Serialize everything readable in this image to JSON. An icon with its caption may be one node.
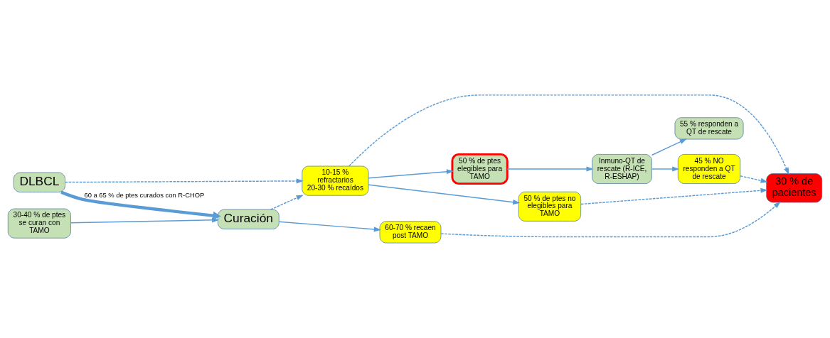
{
  "diagram": {
    "nodes": [
      {
        "text": [
          "DLBCL"
        ]
      },
      {
        "text": [
          "Curación"
        ]
      },
      {
        "text": [
          "10-15 % refractarios 20-30 % recaídos"
        ]
      },
      {
        "text": [
          "50 % de ptes elegibles para TAMO"
        ]
      },
      {
        "text": [
          "50 % de ptes no elegibles para TAMO"
        ]
      },
      {
        "text": [
          "Inmuno-QT de rescate (R-ICE, R-ESHAP)"
        ]
      },
      {
        "text": [
          "55 % responden a QT de rescate"
        ]
      },
      {
        "text": [
          "45 % NO responden a QT de rescate"
        ]
      },
      {
        "text": [
          "30-40 % de ptes se curan con TAMO"
        ]
      },
      {
        "text": [
          "60-70 % recaen post TAMO"
        ]
      },
      {
        "text": [
          "30 % de pacientes"
        ]
      }
    ],
    "edges": [
      {
        "from": 0,
        "to": 1,
        "arrow": "to",
        "style": "thick",
        "label": "60 a 65 % de ptes curados con R-CHOP"
      },
      {
        "from": 0,
        "to": 2,
        "arrow": "to",
        "style": "dashed"
      },
      {
        "from": 1,
        "to": 2,
        "arrow": "to",
        "style": "dashed"
      },
      {
        "from": 2,
        "to": 3,
        "arrow": "to"
      },
      {
        "from": 2,
        "to": 4,
        "arrow": "to"
      },
      {
        "from": 3,
        "to": 5,
        "arrow": "to"
      },
      {
        "from": 5,
        "to": 6,
        "arrow": "to"
      },
      {
        "from": 5,
        "to": 7,
        "arrow": "to"
      },
      {
        "from": 8,
        "to": 1,
        "arrow": "to"
      },
      {
        "from": 1,
        "to": 9,
        "arrow": "to"
      },
      {
        "from": 9,
        "to": 10,
        "arrow": "to",
        "style": "dashed"
      },
      {
        "from": 7,
        "to": 10,
        "arrow": "to",
        "style": "dashed"
      },
      {
        "from": 4,
        "to": 10,
        "arrow": "to",
        "style": "dashed"
      },
      {
        "from": 2,
        "to": 10,
        "arrow": "to",
        "style": "dashed"
      }
    ]
  }
}
